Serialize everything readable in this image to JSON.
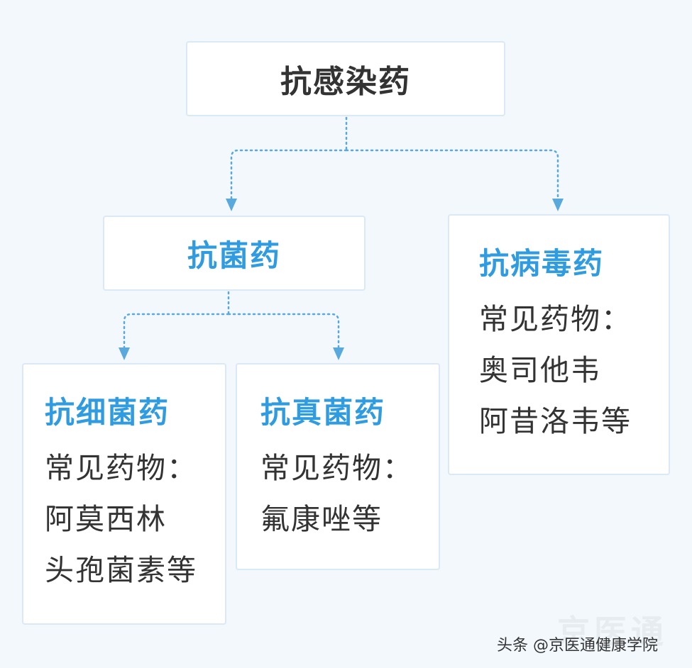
{
  "root": {
    "title": "抗感染药"
  },
  "antibacterial": {
    "title": "抗菌药"
  },
  "antiviral": {
    "title": "抗病毒药",
    "lines": [
      "常见药物：",
      "奥司他韦",
      "阿昔洛韦等"
    ]
  },
  "antibiotic": {
    "title": "抗细菌药",
    "lines": [
      "常见药物：",
      "阿莫西林",
      "头孢菌素等"
    ]
  },
  "antifungal": {
    "title": "抗真菌药",
    "lines": [
      "常见药物：",
      "氟康唑等"
    ]
  },
  "watermark": "京医通",
  "credit": "头条 @京医通健康学院",
  "colors": {
    "accent": "#2f9be0",
    "connector": "#5aa9dd",
    "text": "#333333",
    "background": "#f3f8fd",
    "border": "#dbe9f6"
  }
}
